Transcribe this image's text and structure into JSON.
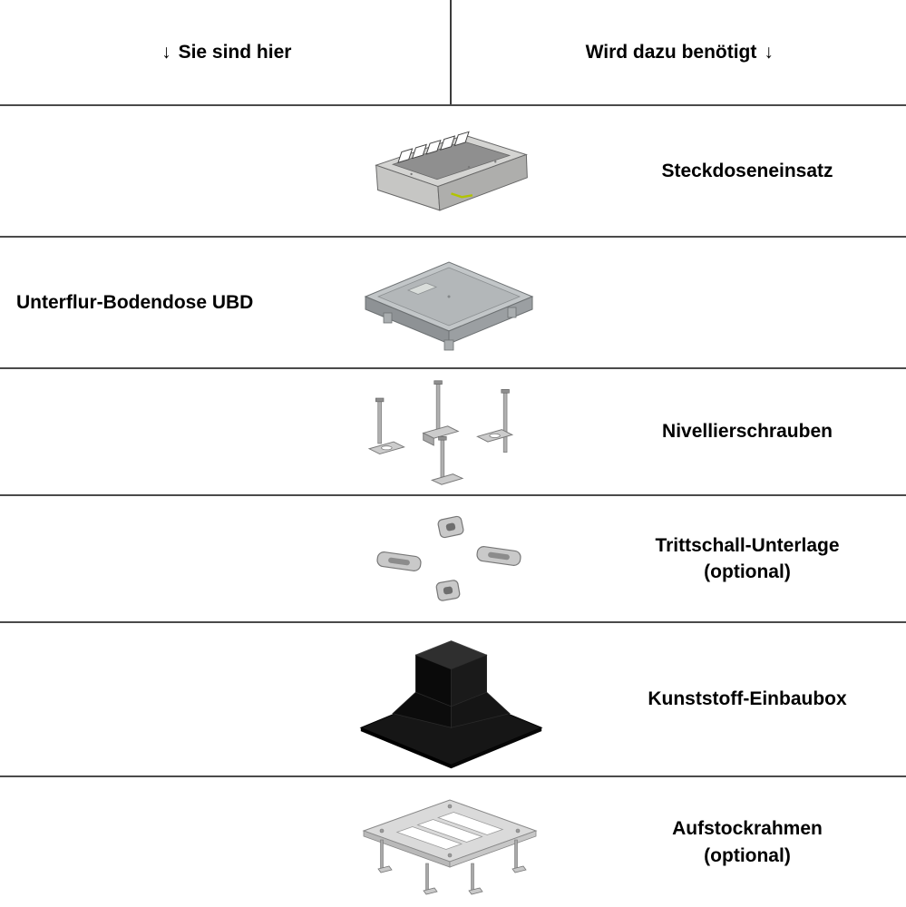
{
  "page": {
    "line_color": "#4a4a4a",
    "text_color": "#000000",
    "background": "#ffffff"
  },
  "header": {
    "arrow": "↓",
    "left_text": "Sie sind hier",
    "right_text": "Wird dazu benötigt"
  },
  "rows": [
    {
      "left": "",
      "right": "Steckdoseneinsatz",
      "right_sub": "",
      "image": "socket-insert"
    },
    {
      "left": "Unterflur-Bodendose UBD",
      "right": "",
      "right_sub": "",
      "image": "underfloor-box"
    },
    {
      "left": "",
      "right": "Nivellierschrauben",
      "right_sub": "",
      "image": "leveling-screws"
    },
    {
      "left": "",
      "right": "Trittschall-Unterlage",
      "right_sub": "(optional)",
      "image": "impact-sound-pads"
    },
    {
      "left": "",
      "right": "Kunststoff-Einbaubox",
      "right_sub": "",
      "image": "plastic-mounting-box"
    },
    {
      "left": "",
      "right": "Aufstockrahmen",
      "right_sub": "(optional)",
      "image": "stacking-frame"
    }
  ]
}
